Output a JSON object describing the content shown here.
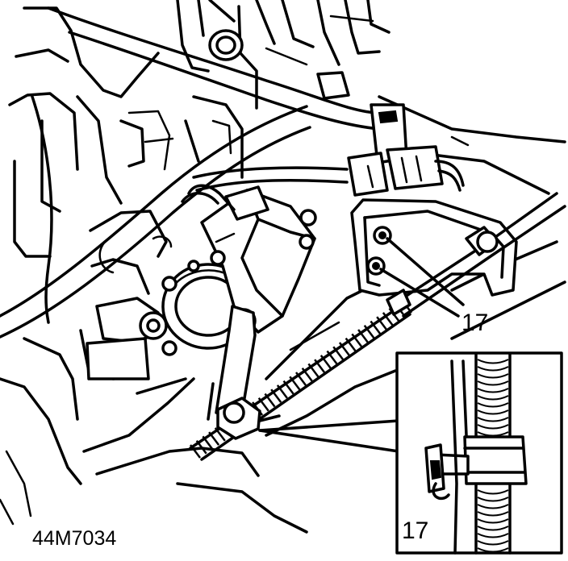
{
  "figure": {
    "id_label": "44M7034",
    "callouts": {
      "main": "17",
      "inset": "17"
    }
  }
}
